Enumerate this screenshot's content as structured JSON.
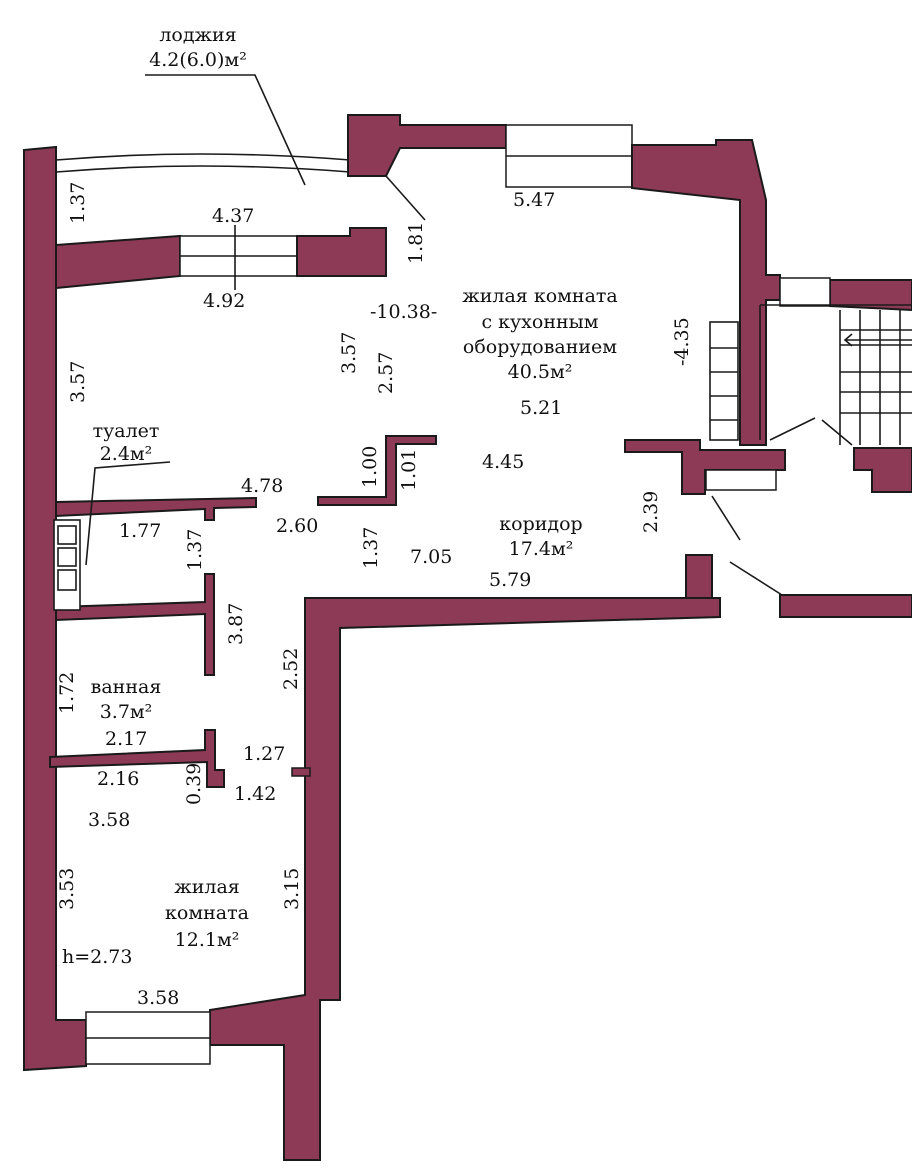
{
  "colors": {
    "wall": "#8c3a55",
    "outline": "#1a1a1a",
    "background": "#ffffff"
  },
  "rooms": {
    "loggia": {
      "name": "лоджия",
      "area": "4.2(6.0)м²"
    },
    "living_kitchen": {
      "line1": "жилая комната",
      "line2": "с кухонным",
      "line3": "оборудованием",
      "area": "40.5м²"
    },
    "toilet": {
      "name": "туалет",
      "area": "2.4м²"
    },
    "corridor": {
      "name": "коридор",
      "area": "17.4м²"
    },
    "bathroom": {
      "name": "ванная",
      "area": "3.7м²"
    },
    "bedroom": {
      "line1": "жилая",
      "line2": "комната",
      "area": "12.1м²"
    }
  },
  "ceiling_height": "h=2.73",
  "dims": {
    "d_1_37_top": "1.37",
    "d_4_37": "4.37",
    "d_4_92": "4.92",
    "d_5_47": "5.47",
    "d_1_81": "1.81",
    "d_10_38": "-10.38-",
    "d_3_57_left": "3.57",
    "d_3_57_mid": "3.57",
    "d_2_57": "2.57",
    "d_4_35": "-4.35",
    "d_5_21": "5.21",
    "d_1_00": "1.00",
    "d_1_01": "1.01",
    "d_4_45": "4.45",
    "d_4_78": "4.78",
    "d_1_77": "1.77",
    "d_1_37_toilet": "1.37",
    "d_2_60": "2.60",
    "d_1_37_corr": "1.37",
    "d_7_05": "7.05",
    "d_2_39": "2.39",
    "d_5_79": "5.79",
    "d_3_87": "3.87",
    "d_2_52": "2.52",
    "d_1_72": "1.72",
    "d_2_17": "2.17",
    "d_1_27": "1.27",
    "d_2_16": "2.16",
    "d_0_39": "0.39",
    "d_1_42": "1.42",
    "d_3_58_top": "3.58",
    "d_3_53": "3.53",
    "d_3_15": "3.15",
    "d_3_58_bottom": "3.58"
  }
}
